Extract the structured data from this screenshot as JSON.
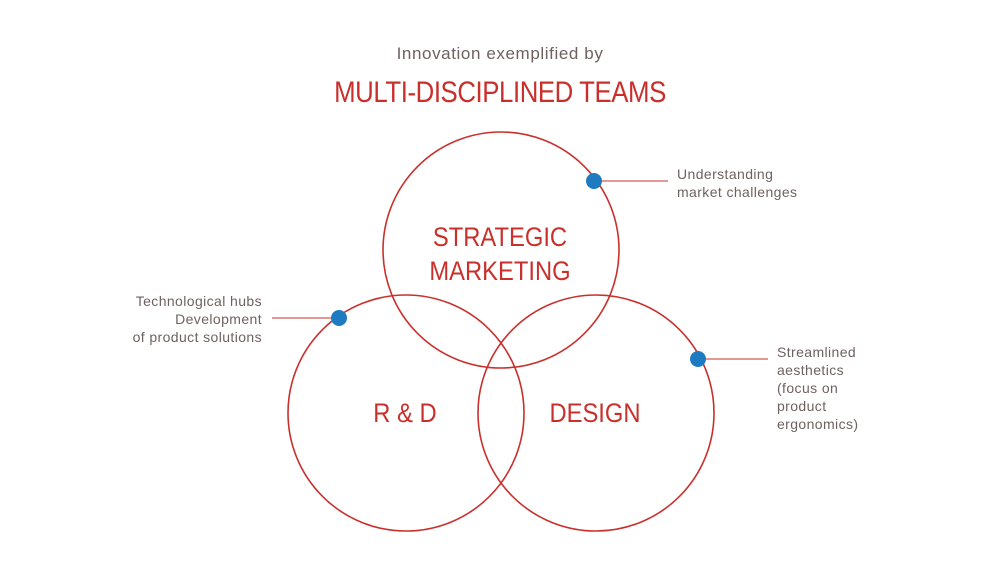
{
  "header": {
    "subtitle": "Innovation exemplified by",
    "title": "MULTI-DISCIPLINED TEAMS"
  },
  "circles": {
    "strategic_marketing": {
      "lines": [
        "STRATEGIC",
        "MARKETING"
      ]
    },
    "rd": {
      "label": "R & D"
    },
    "design": {
      "label": "DESIGN"
    }
  },
  "callouts": {
    "strategic_marketing": {
      "lines": [
        "Understanding",
        "market challenges"
      ]
    },
    "rd": {
      "lines": [
        "Technological hubs",
        "Development",
        "of product solutions"
      ]
    },
    "design": {
      "lines": [
        "Streamlined",
        "aesthetics",
        "(focus on",
        "product",
        "ergonomics)"
      ]
    }
  },
  "colors": {
    "accent_red": "#c9302c",
    "marker_blue": "#1f7bc1",
    "text_gray": "#6e6260"
  }
}
